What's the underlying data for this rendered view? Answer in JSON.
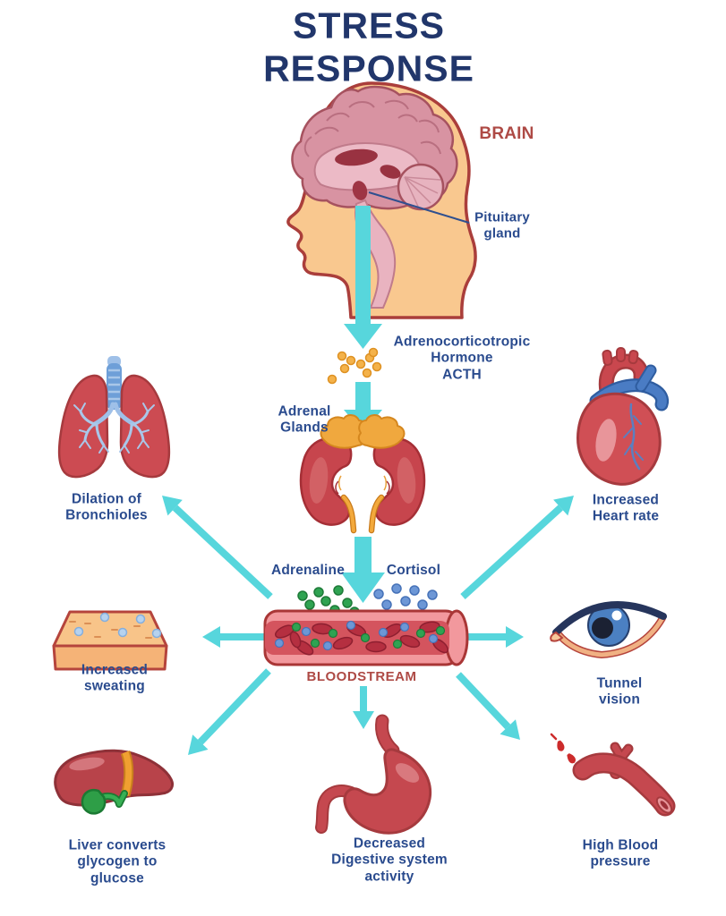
{
  "title": "STRESS RESPONSE",
  "labels": {
    "brain": "BRAIN",
    "pituitary": "Pituitary\ngland",
    "acth": "Adrenocorticotropic\nHormone\nACTH",
    "adrenal_glands": "Adrenal\nGlands",
    "adrenaline": "Adrenaline",
    "cortisol": "Cortisol",
    "bloodstream": "BLOODSTREAM",
    "dilation_bronchioles": "Dilation of\nBronchioles",
    "increased_heart_rate": "Increased\nHeart rate",
    "increased_sweating": "Increased\nsweating",
    "tunnel_vision": "Tunnel\nvision",
    "liver_glycogen": "Liver converts\nglycogen to\nglucose",
    "decreased_digestion": "Decreased\nDigestive system\nactivity",
    "high_blood_pressure": "High Blood\npressure"
  },
  "colors": {
    "arrow_cyan": "#57d6dc",
    "text_navy": "#2a4b8e",
    "title_navy": "#21366b",
    "text_dark_red": "#ae4a45",
    "organ_red": "#c7454d",
    "organ_outline": "#a63a3e",
    "skin_peach": "#f9c88f",
    "brain_pink": "#d893a2",
    "adrenal_orange": "#f0a83e",
    "adrenaline_green": "#2fa352",
    "cortisol_blue": "#6d97d6",
    "vessel_pink": "#f2989d",
    "vessel_lumen": "#d4545e"
  }
}
